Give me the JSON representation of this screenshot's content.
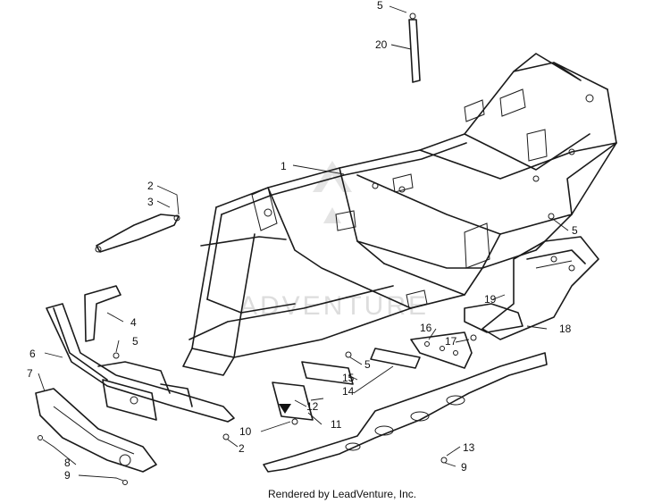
{
  "diagram": {
    "watermark": "ADVENTURE",
    "credit": "Rendered by LeadVenture, Inc.",
    "callouts": [
      "1",
      "2",
      "3",
      "2",
      "4",
      "5",
      "5",
      "5",
      "5",
      "6",
      "7",
      "8",
      "9",
      "9",
      "10",
      "11",
      "12",
      "13",
      "14",
      "15",
      "16",
      "17",
      "18",
      "19",
      "20"
    ]
  }
}
